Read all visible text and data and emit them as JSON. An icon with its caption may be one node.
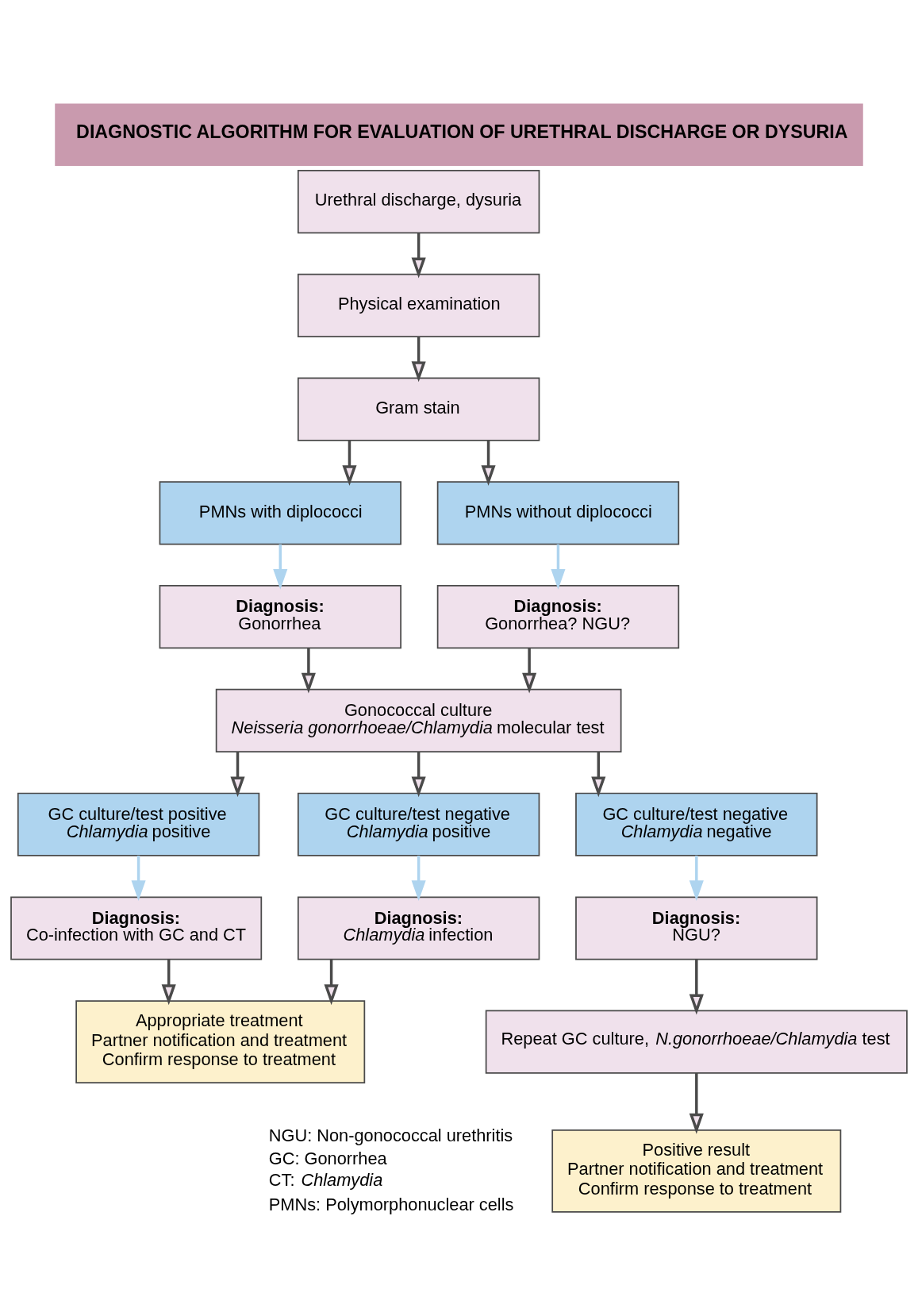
{
  "diagram": {
    "title": "DIAGNOSTIC ALGORITHM FOR EVALUATION OF URETHRAL DISCHARGE OR DYSURIA",
    "nodes": [
      {
        "text": [
          "Urethral discharge, dysuria"
        ]
      },
      {
        "text": [
          "Physical examination"
        ]
      },
      {
        "text": [
          "Gram stain"
        ]
      },
      {
        "text": [
          "PMNs with diplococci"
        ]
      },
      {
        "text": [
          "PMNs without diplococci"
        ]
      },
      {
        "text": [
          "Diagnosis:",
          "Gonorrhea"
        ]
      },
      {
        "text": [
          "Diagnosis:",
          "Gonorrhea? NGU?"
        ]
      },
      {
        "text": [
          "Gonococcal culture",
          "*Neisseria gonorrhoeae/Chlamydia* molecular test"
        ]
      },
      {
        "text": [
          "GC culture/test positive",
          "*Chlamydia* positive"
        ]
      },
      {
        "text": [
          "GC culture/test negative",
          "*Chlamydia* positive"
        ]
      },
      {
        "text": [
          "GC culture/test negative",
          "*Chlamydia* negative"
        ]
      },
      {
        "text": [
          "Diagnosis:",
          "Co-infection with GC and CT"
        ]
      },
      {
        "text": [
          "Diagnosis:",
          "*Chlamydia* infection"
        ]
      },
      {
        "text": [
          "Diagnosis:",
          "NGU?"
        ]
      },
      {
        "text": [
          "Appropriate treatment",
          "Partner notification and treatment",
          "Confirm response to treatment"
        ]
      },
      {
        "text": [
          "Repeat GC culture, *N.gonorrhoeae/Chlamydia* test"
        ]
      },
      {
        "text": [
          "Positive result",
          "Partner notification and treatment",
          "Confirm response to treatment"
        ]
      }
    ],
    "edges": [
      {
        "from": 0,
        "to": 1,
        "arrow": "to"
      },
      {
        "from": 1,
        "to": 2,
        "arrow": "to"
      },
      {
        "from": 2,
        "to": 3,
        "arrow": "to"
      },
      {
        "from": 2,
        "to": 4,
        "arrow": "to"
      },
      {
        "from": 3,
        "to": 5,
        "arrow": "to",
        "color": "#aed4ef"
      },
      {
        "from": 4,
        "to": 6,
        "arrow": "to",
        "color": "#aed4ef"
      },
      {
        "from": 5,
        "to": 7,
        "arrow": "to"
      },
      {
        "from": 6,
        "to": 7,
        "arrow": "to"
      },
      {
        "from": 7,
        "to": 8,
        "arrow": "to"
      },
      {
        "from": 7,
        "to": 9,
        "arrow": "to"
      },
      {
        "from": 7,
        "to": 10,
        "arrow": "to"
      },
      {
        "from": 8,
        "to": 11,
        "arrow": "to",
        "color": "#aed4ef"
      },
      {
        "from": 9,
        "to": 12,
        "arrow": "to",
        "color": "#aed4ef"
      },
      {
        "from": 10,
        "to": 13,
        "arrow": "to",
        "color": "#aed4ef"
      },
      {
        "from": 11,
        "to": 14,
        "arrow": "to"
      },
      {
        "from": 12,
        "to": 14,
        "arrow": "to"
      },
      {
        "from": 13,
        "to": 15,
        "arrow": "to"
      },
      {
        "from": 15,
        "to": 16,
        "arrow": "to"
      }
    ],
    "labels": [
      "NGU: Non-gonococcal urethritis",
      "GC: Gonorrhea",
      "CT: *Chlamydia*",
      "PMNs: Polymorphonuclear cells"
    ]
  }
}
